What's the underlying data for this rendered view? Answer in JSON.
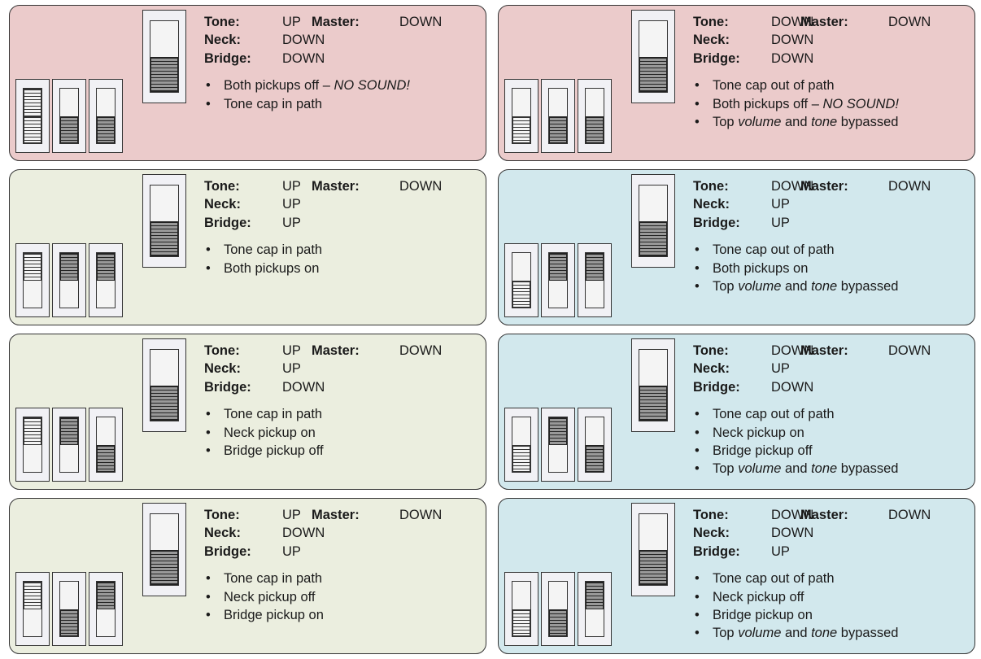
{
  "colors": {
    "pink": "#ebcbcb",
    "green": "#ebeedf",
    "blue": "#d2e8ed",
    "border": "#333333"
  },
  "labels": {
    "tone": "Tone:",
    "master": "Master:",
    "neck": "Neck:",
    "bridge": "Bridge:"
  },
  "panels": [
    {
      "bg": "pink",
      "switches": {
        "tone": "down",
        "ghost": "both",
        "neck": "down",
        "bridge": "down"
      },
      "tone": "UP",
      "master": "DOWN",
      "neck": "DOWN",
      "bridge": "DOWN",
      "bullets": [
        [
          {
            "t": "Both pickups off – ",
            "s": "n"
          },
          {
            "t": "NO SOUND!",
            "s": "i"
          }
        ],
        [
          {
            "t": "Tone cap in path",
            "s": "n"
          }
        ]
      ]
    },
    {
      "bg": "pink",
      "switches": {
        "tone": "down",
        "ghost": "down",
        "neck": "down",
        "bridge": "down"
      },
      "tone": "DOWN",
      "master": "DOWN",
      "neck": "DOWN",
      "bridge": "DOWN",
      "bullets": [
        [
          {
            "t": "Tone cap out of path",
            "s": "n"
          }
        ],
        [
          {
            "t": "Both pickups off – ",
            "s": "n"
          },
          {
            "t": "NO SOUND!",
            "s": "i"
          }
        ],
        [
          {
            "t": "Top ",
            "s": "n"
          },
          {
            "t": "volume",
            "s": "i"
          },
          {
            "t": " and ",
            "s": "n"
          },
          {
            "t": "tone",
            "s": "i"
          },
          {
            "t": " bypassed",
            "s": "n"
          }
        ]
      ]
    },
    {
      "bg": "green",
      "switches": {
        "tone": "down",
        "ghost": "up",
        "neck": "up",
        "bridge": "up"
      },
      "tone": "UP",
      "master": "DOWN",
      "neck": "UP",
      "bridge": "UP",
      "bullets": [
        [
          {
            "t": "Tone cap in path",
            "s": "n"
          }
        ],
        [
          {
            "t": "Both pickups on",
            "s": "n"
          }
        ]
      ]
    },
    {
      "bg": "blue",
      "switches": {
        "tone": "down",
        "ghost": "down",
        "neck": "up",
        "bridge": "up"
      },
      "tone": "DOWN",
      "master": "DOWN",
      "neck": "UP",
      "bridge": "UP",
      "bullets": [
        [
          {
            "t": "Tone cap out of path",
            "s": "n"
          }
        ],
        [
          {
            "t": "Both pickups on",
            "s": "n"
          }
        ],
        [
          {
            "t": "Top ",
            "s": "n"
          },
          {
            "t": "volume",
            "s": "i"
          },
          {
            "t": " and ",
            "s": "n"
          },
          {
            "t": "tone",
            "s": "i"
          },
          {
            "t": " bypassed",
            "s": "n"
          }
        ]
      ]
    },
    {
      "bg": "green",
      "switches": {
        "tone": "down",
        "ghost": "up",
        "neck": "up",
        "bridge": "down"
      },
      "tone": "UP",
      "master": "DOWN",
      "neck": "UP",
      "bridge": "DOWN",
      "bullets": [
        [
          {
            "t": "Tone cap in path",
            "s": "n"
          }
        ],
        [
          {
            "t": "Neck pickup on",
            "s": "n"
          }
        ],
        [
          {
            "t": "Bridge pickup off",
            "s": "n"
          }
        ]
      ]
    },
    {
      "bg": "blue",
      "switches": {
        "tone": "down",
        "ghost": "down",
        "neck": "up",
        "bridge": "down"
      },
      "tone": "DOWN",
      "master": "DOWN",
      "neck": "UP",
      "bridge": "DOWN",
      "bullets": [
        [
          {
            "t": "Tone cap out of path",
            "s": "n"
          }
        ],
        [
          {
            "t": "Neck pickup on",
            "s": "n"
          }
        ],
        [
          {
            "t": "Bridge pickup off",
            "s": "n"
          }
        ],
        [
          {
            "t": "Top ",
            "s": "n"
          },
          {
            "t": "volume",
            "s": "i"
          },
          {
            "t": " and ",
            "s": "n"
          },
          {
            "t": "tone",
            "s": "i"
          },
          {
            "t": " bypassed",
            "s": "n"
          }
        ]
      ]
    },
    {
      "bg": "green",
      "switches": {
        "tone": "down",
        "ghost": "up",
        "neck": "down",
        "bridge": "up"
      },
      "tone": "UP",
      "master": "DOWN",
      "neck": "DOWN",
      "bridge": "UP",
      "bullets": [
        [
          {
            "t": "Tone cap in path",
            "s": "n"
          }
        ],
        [
          {
            "t": "Neck pickup off",
            "s": "n"
          }
        ],
        [
          {
            "t": "Bridge pickup on",
            "s": "n"
          }
        ]
      ]
    },
    {
      "bg": "blue",
      "switches": {
        "tone": "down",
        "ghost": "down",
        "neck": "down",
        "bridge": "up"
      },
      "tone": "DOWN",
      "master": "DOWN",
      "neck": "DOWN",
      "bridge": "UP",
      "bullets": [
        [
          {
            "t": "Tone cap out of path",
            "s": "n"
          }
        ],
        [
          {
            "t": "Neck pickup off",
            "s": "n"
          }
        ],
        [
          {
            "t": "Bridge pickup on",
            "s": "n"
          }
        ],
        [
          {
            "t": "Top ",
            "s": "n"
          },
          {
            "t": "volume",
            "s": "i"
          },
          {
            "t": " and ",
            "s": "n"
          },
          {
            "t": "tone",
            "s": "i"
          },
          {
            "t": " bypassed",
            "s": "n"
          }
        ]
      ]
    }
  ]
}
